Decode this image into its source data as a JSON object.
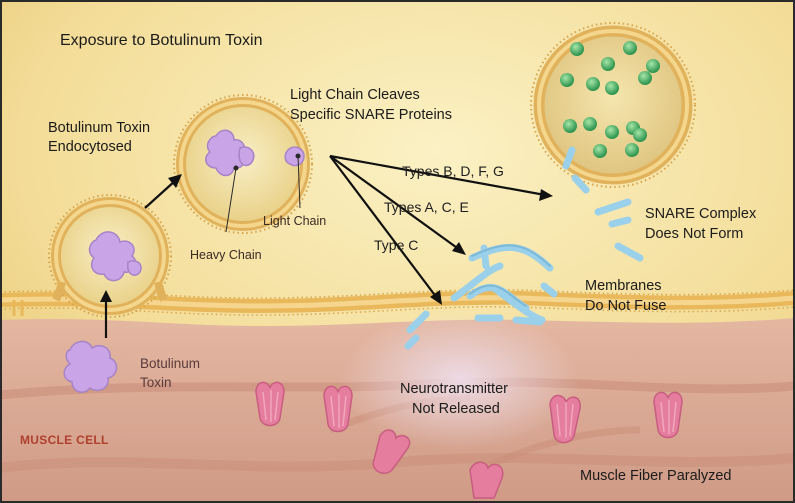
{
  "title": "Exposure to Botulinum Toxin",
  "labels": {
    "endocytosed": [
      "Botulinum Toxin",
      "Endocytosed"
    ],
    "light_chain_cleaves": [
      "Light Chain Cleaves",
      "Specific SNARE Proteins"
    ],
    "light_chain": "Light Chain",
    "heavy_chain": "Heavy Chain",
    "types_bdfg": "Types B, D, F, G",
    "types_ace": "Types A, C, E",
    "type_c": "Type C",
    "snare_complex": [
      "SNARE Complex",
      "Does Not Form"
    ],
    "membranes": [
      "Membranes",
      "Do Not Fuse"
    ],
    "toxin": [
      "Botulinum",
      "Toxin"
    ],
    "neurotransmitter": [
      "Neurotransmitter",
      "Not Released"
    ],
    "muscle_cell": "MUSCLE CELL",
    "muscle_fiber": "Muscle Fiber Paralyzed"
  },
  "colors": {
    "nerve_terminal": "#f6e2a2",
    "membrane": "#e9b85a",
    "muscle": "#d9a690",
    "toxin": "#c9a4e6",
    "snare": "#9bd0ea",
    "vesicle_dots": "#3aa860",
    "receptor": "#e57d9f",
    "muscle_label": "#b0402f"
  }
}
